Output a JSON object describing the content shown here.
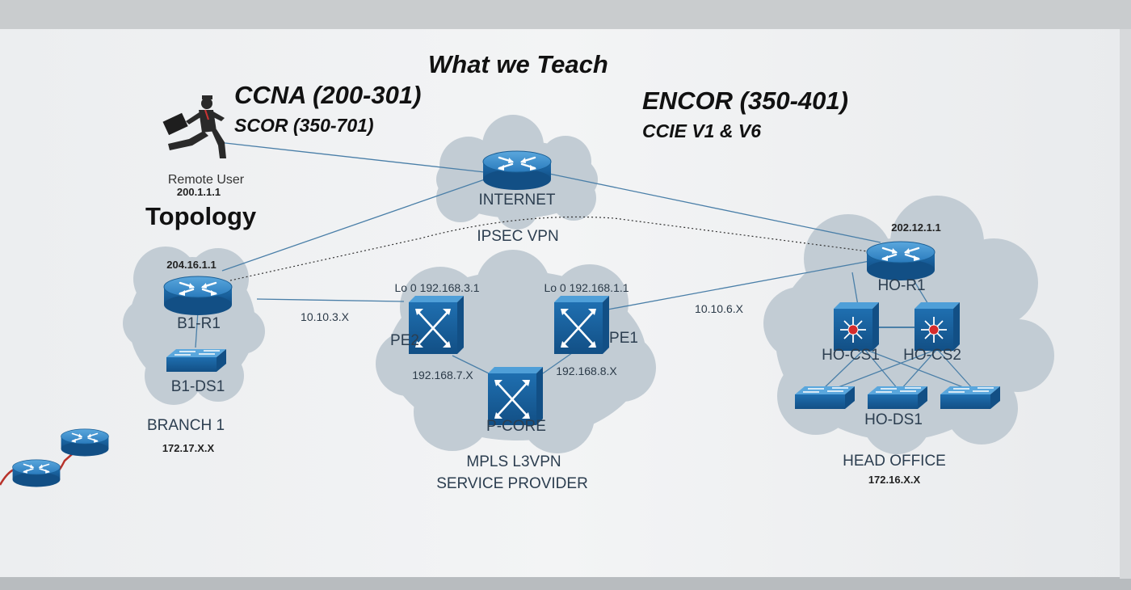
{
  "headings": {
    "what_we_teach": "What we Teach",
    "ccna": "CCNA (200-301)",
    "scor": "SCOR (350-701)",
    "encor": "ENCOR (350-401)",
    "ccie": "CCIE V1 & V6",
    "topology": "Topology"
  },
  "remote_user": {
    "label": "Remote User",
    "ip": "200.1.1.1"
  },
  "internet": {
    "label": "INTERNET",
    "vpn": "IPSEC VPN"
  },
  "branch": {
    "router_ip": "204.16.1.1",
    "router": "B1-R1",
    "switch": "B1-DS1",
    "name": "BRANCH 1",
    "subnet": "172.17.X.X"
  },
  "links": {
    "branch_pe2": "10.10.3.X",
    "pe1_head": "10.10.6.X",
    "pe2_core": "192.168.7.X",
    "pe1_core": "192.168.8.X"
  },
  "mpls": {
    "pe2_loopback": "Lo 0 192.168.3.1",
    "pe1_loopback": "Lo 0 192.168.1.1",
    "pe2": "PE2",
    "pe1": "PE1",
    "core": "P-CORE",
    "title_line1": "MPLS L3VPN",
    "title_line2": "SERVICE PROVIDER"
  },
  "head_office": {
    "router_ip": "202.12.1.1",
    "router": "HO-R1",
    "cs1": "HO-CS1",
    "cs2": "HO-CS2",
    "ds1": "HO-DS1",
    "name": "HEAD OFFICE",
    "subnet": "172.16.X.X"
  },
  "colors": {
    "device_blue": "#1f6fb0",
    "cloud": "#c2ccd4",
    "wall": "#eef0f1",
    "link": "#4a7fa8"
  }
}
